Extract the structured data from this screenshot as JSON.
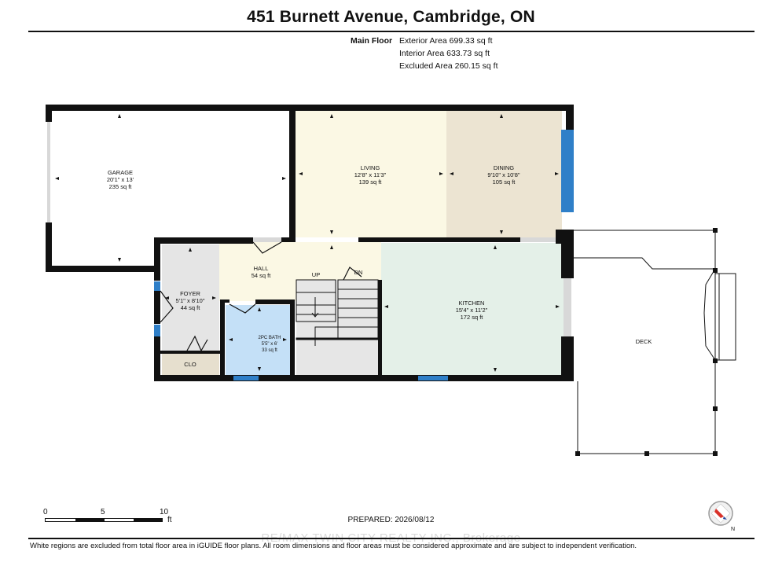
{
  "header": {
    "title": "451 Burnett Avenue, Cambridge, ON"
  },
  "areas": {
    "floor_label": "Main Floor",
    "exterior": "Exterior Area 699.33 sq ft",
    "interior": "Interior Area 633.73 sq ft",
    "excluded": "Excluded Area 260.15 sq ft"
  },
  "rooms": {
    "garage": {
      "name": "GARAGE",
      "dims": "20'1\" x 13'",
      "area": "235 sq ft"
    },
    "living": {
      "name": "LIVING",
      "dims": "12'8\" x 11'3\"",
      "area": "139 sq ft"
    },
    "dining": {
      "name": "DINING",
      "dims": "9'10\" x 10'8\"",
      "area": "105 sq ft"
    },
    "hall": {
      "name": "HALL",
      "area": "54 sq ft"
    },
    "foyer": {
      "name": "FOYER",
      "dims": "5'1\" x 8'10\"",
      "area": "44 sq ft"
    },
    "kitchen": {
      "name": "KITCHEN",
      "dims": "15'4\" x 11'2\"",
      "area": "172 sq ft"
    },
    "bath": {
      "name": "2PC BATH",
      "dims": "5'5\" x 6'",
      "area": "33 sq ft"
    },
    "closet": {
      "name": "CLO"
    },
    "deck": {
      "name": "DECK"
    }
  },
  "stairs": {
    "up": "UP",
    "down": "DN"
  },
  "colors": {
    "living": "#fbf8e4",
    "dining": "#ece4d2",
    "hall": "#fbf8e4",
    "kitchen": "#e4f0e8",
    "bath": "#c4e0f7",
    "closet": "#e6dfce",
    "foyer": "#e5e5e5",
    "window": "#2f7fc8",
    "wall": "#111111"
  },
  "scale": {
    "tick0": "0",
    "tick5": "5",
    "tick10": "10",
    "unit": "ft"
  },
  "prepared": "PREPARED: 2026/08/12",
  "watermark": "RE/MAX TWIN CITY REALTY INC., Brokerage",
  "footer": "White regions are excluded from total floor area in iGUIDE floor plans. All room dimensions and floor areas must be considered approximate and are subject to independent verification.",
  "compass": {
    "label": "N",
    "icon": "compass-icon"
  }
}
